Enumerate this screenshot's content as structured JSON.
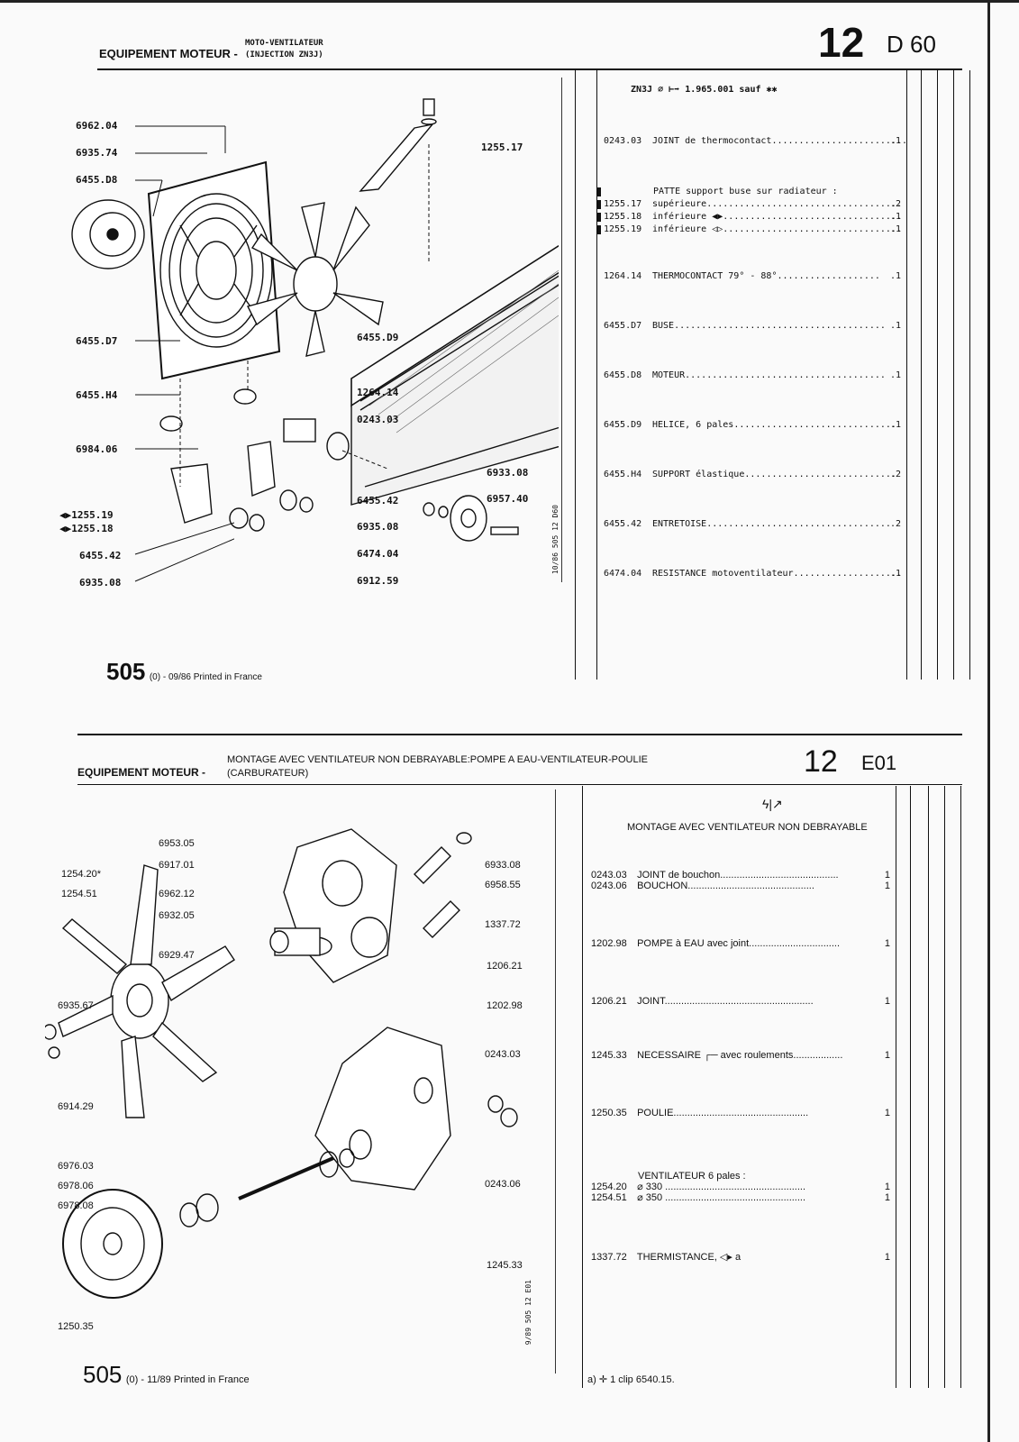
{
  "top": {
    "header_left": "EQUIPEMENT MOTEUR -",
    "header_sub1": "MOTO-VENTILATEUR",
    "header_sub2": "(INJECTION ZN3J)",
    "page_num": "12",
    "page_code": "D 60",
    "list_header": "ZN3J  ⌀ ⊢➡ 1.965.001 sauf ✱✱",
    "rows": [
      {
        "ref": "0243.03",
        "text": "JOINT de thermocontact",
        "qty": ".1"
      },
      {
        "ref": "",
        "text": "PATTE support buse sur radiateur :",
        "qty": ""
      },
      {
        "ref": "1255.17",
        "text": "supérieure",
        "qty": ".2"
      },
      {
        "ref": "1255.18",
        "text": "inférieure ◀▶",
        "qty": ".1"
      },
      {
        "ref": "1255.19",
        "text": "inférieure ◁▷",
        "qty": ".1"
      },
      {
        "ref": "1264.14",
        "text": "THERMOCONTACT 79° - 88°",
        "qty": ".1"
      },
      {
        "ref": "6455.D7",
        "text": "BUSE",
        "qty": ".1"
      },
      {
        "ref": "6455.D8",
        "text": "MOTEUR",
        "qty": ".1"
      },
      {
        "ref": "6455.D9",
        "text": "HELICE, 6 pales",
        "qty": ".1"
      },
      {
        "ref": "6455.H4",
        "text": "SUPPORT élastique",
        "qty": ".2"
      },
      {
        "ref": "6455.42",
        "text": "ENTRETOISE",
        "qty": ".2"
      },
      {
        "ref": "6474.04",
        "text": "RESISTANCE motoventilateur",
        "qty": ".1"
      }
    ],
    "callouts_left": [
      "6962.04",
      "6935.74",
      "6455.D8",
      "6455.D7",
      "6455.H4",
      "6984.06",
      "◀▶1255.19",
      "◀▶1255.18",
      "6455.42",
      "6935.08"
    ],
    "callouts_right": [
      "1255.17",
      "6455.D9",
      "1264.14",
      "0243.03",
      "6933.08",
      "6957.40",
      "6455.42",
      "6935.08",
      "6474.04",
      "6912.59"
    ],
    "vertical_code": "10/86 505 12 D60",
    "footer_num": "505",
    "footer_txt": "(0) - 09/86 Printed in France"
  },
  "bottom": {
    "header_left": "EQUIPEMENT MOTEUR -",
    "header_sub1": "MONTAGE AVEC VENTILATEUR NON DEBRAYABLE:POMPE A EAU-VENTILATEUR-POULIE",
    "header_sub2": "(CARBURATEUR)",
    "page_num": "12",
    "page_code": "E01",
    "list_symbol": "ϟ|↗",
    "list_title": "MONTAGE AVEC VENTILATEUR NON DEBRAYABLE",
    "rows": [
      {
        "ref": "0243.03",
        "text": "JOINT de bouchon",
        "qty": "1"
      },
      {
        "ref": "0243.06",
        "text": "BOUCHON",
        "qty": "1"
      },
      {
        "ref": "1202.98",
        "text": "POMPE à EAU avec joint",
        "qty": "1"
      },
      {
        "ref": "1206.21",
        "text": "JOINT",
        "qty": "1"
      },
      {
        "ref": "1245.33",
        "text": "NECESSAIRE ┌─ avec roulements",
        "qty": "1"
      },
      {
        "ref": "1250.35",
        "text": "POULIE",
        "qty": "1"
      },
      {
        "ref": "",
        "text": "VENTILATEUR 6 pales :",
        "qty": ""
      },
      {
        "ref": "1254.20",
        "text": "⌀ 330",
        "qty": "1"
      },
      {
        "ref": "1254.51",
        "text": "⌀ 350",
        "qty": "1"
      },
      {
        "ref": "1337.72",
        "text": "THERMISTANCE, ◁▸ a",
        "qty": "1"
      }
    ],
    "note": "a) ✛ 1 clip 6540.15.",
    "callouts_left": [
      "6953.05",
      "6917.01",
      "1254.20*",
      "1254.51",
      "6962.12",
      "6932.05",
      "6929.47",
      "6935.67",
      "6914.29",
      "6976.03",
      "6978.06",
      "6978.08",
      "1250.35"
    ],
    "callouts_right": [
      "6933.08",
      "6958.55",
      "1337.72",
      "1206.21",
      "1202.98",
      "0243.03",
      "0243.06",
      "1245.33"
    ],
    "vertical_code": "9/89 505 12 E01",
    "footer_num": "505",
    "footer_txt": "(0) - 11/89 Printed in France"
  }
}
